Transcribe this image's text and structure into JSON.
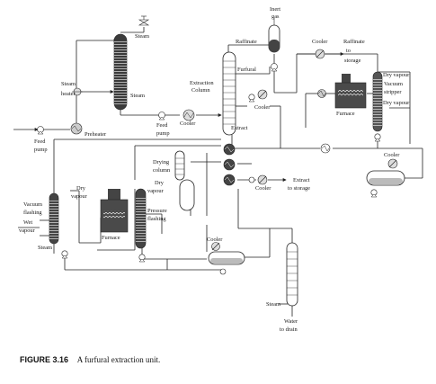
{
  "figure": {
    "number": "FIGURE 3.16",
    "caption": "A furfural extraction unit."
  },
  "labels": {
    "inert_gas": [
      "Inert",
      "gas"
    ],
    "steam_top": "Steam",
    "raffinate": "Raffinate",
    "cooler_top": "Cooler",
    "raffinate_to_storage": [
      "Raffinate",
      "to",
      "storage"
    ],
    "furfural": "Furfural",
    "extraction_column": [
      "Extraction",
      "Column"
    ],
    "cooler_mid": "Cooler",
    "steam_heater": [
      "Steam",
      "heater"
    ],
    "steam_mid": "Steam",
    "dry_vapour_top": "Dry vapour",
    "vacuum_stripper": [
      "Vacuum",
      "stripper"
    ],
    "dry_vapour_right": "Dry vapour",
    "furnace_right": "Furnace",
    "feed_pump_center": [
      "Feed",
      "pump"
    ],
    "cooler_feed": "Cooler",
    "extract": "Extract",
    "preheater": "Preheater",
    "feed_pump_left": [
      "Feed",
      "pump"
    ],
    "cooler_right": "Cooler",
    "drying_column": [
      "Drying",
      "column"
    ],
    "dry_vapour_center": [
      "Dry",
      "vapour"
    ],
    "cooler_extract": "Cooler",
    "extract_to_storage": [
      "Extract",
      "to storage"
    ],
    "dry_vapour_left": [
      "Dry",
      "vapour"
    ],
    "vacuum_flashing": [
      "Vacuum",
      "flashing"
    ],
    "wet_vapour": [
      "Wet",
      "vapour"
    ],
    "steam_left": "Steam",
    "furnace_left": "Furnace",
    "pressure_flashing": [
      "Pressure",
      "flashing"
    ],
    "cooler_bottom": "Cooler",
    "steam_bottom": "Steam",
    "water_to_drain": [
      "Water",
      "to drain"
    ]
  }
}
